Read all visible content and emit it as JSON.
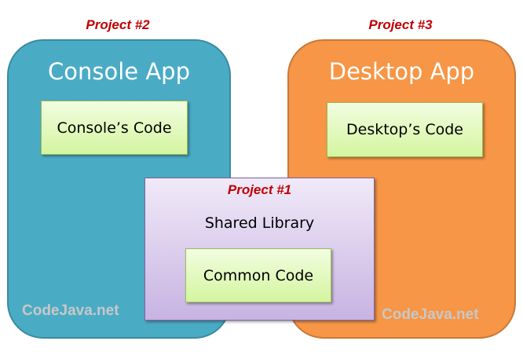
{
  "project2": {
    "label": "Project #2",
    "app": "Console App",
    "code": "Console’s Code",
    "watermark": "CodeJava.net"
  },
  "project3": {
    "label": "Project #3",
    "app": "Desktop App",
    "code": "Desktop’s Code",
    "watermark": "CodeJava.net"
  },
  "project1": {
    "label": "Project #1",
    "title": "Shared Library",
    "code": "Common Code"
  },
  "colors": {
    "console": "#4aabc5",
    "desktop": "#f69646",
    "library": "#d9cced",
    "code": "#e4f9bf",
    "project_label": "#c00000"
  }
}
